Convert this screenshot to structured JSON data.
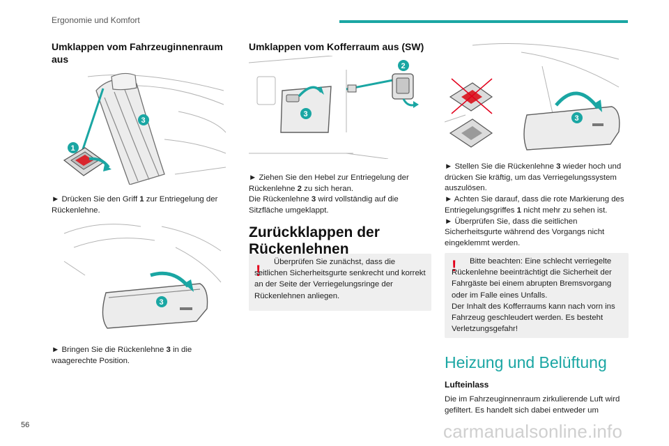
{
  "header": {
    "section_title": "Ergonomie und Komfort"
  },
  "page": {
    "number": "56",
    "watermark": "carmanualsonline.info"
  },
  "col1": {
    "heading": "Umklappen vom Fahrzeuginnenraum aus",
    "step1_pre": "► Drücken Sie den Griff ",
    "step1_num": "1",
    "step1_post": " zur Entriegelung der Rückenlehne.",
    "step2_pre": "► Bringen Sie die Rückenlehne ",
    "step2_num": "3",
    "step2_post": " in die waagerechte Position."
  },
  "col2": {
    "heading": "Umklappen vom Kofferraum aus (SW)",
    "step1_pre": "► Ziehen Sie den Hebel zur Entriegelung der Rückenlehne ",
    "step1_num": "2",
    "step1_post": " zu sich heran.",
    "step1b_pre": "Die Rückenlehne ",
    "step1b_num": "3",
    "step1b_post": " wird vollständig auf die Sitzfläche umgeklappt.",
    "big_heading": "Zurückklappen der Rückenlehnen",
    "warning_icon": "!",
    "warning": "Überprüfen Sie zunächst, dass die seitlichen Sicherheitsgurte senkrecht und korrekt an der Seite der Verriegelungsringe der Rückenlehnen anliegen."
  },
  "col3": {
    "step1_pre": "► Stellen Sie die Rückenlehne ",
    "step1_num": "3",
    "step1_post": " wieder hoch und drücken Sie kräftig, um das Verriegelungssystem auszulösen.",
    "step2_pre": "► Achten Sie darauf, dass die rote Markierung des Entriegelungsgriffes ",
    "step2_num": "1",
    "step2_post": " nicht mehr zu sehen ist.",
    "step3": "► Überprüfen Sie, dass die seitlichen Sicherheitsgurte während des Vorgangs nicht eingeklemmt werden.",
    "warning_icon": "!",
    "warning_1": "Bitte beachten: Eine schlecht verriegelte Rückenlehne beeinträchtigt die Sicherheit der Fahrgäste bei einem abrupten Bremsvorgang oder im Falle eines Unfalls.",
    "warning_2": "Der Inhalt des Kofferraums kann nach vorn ins Fahrzeug geschleudert werden. Es besteht Verletzungsgefahr!",
    "section_heading": "Heizung und Belüftung",
    "sub_heading": "Lufteinlass",
    "intro": "Die im Fahrzeuginnenraum zirkulierende Luft wird gefiltert. Es handelt sich dabei entweder um"
  },
  "badges": {
    "one": "1",
    "two": "2",
    "three": "3"
  },
  "colors": {
    "accent": "#1aa6a3",
    "warning": "#e3001b",
    "badge": "#1aa6a3",
    "warning_bg": "#efefef"
  }
}
